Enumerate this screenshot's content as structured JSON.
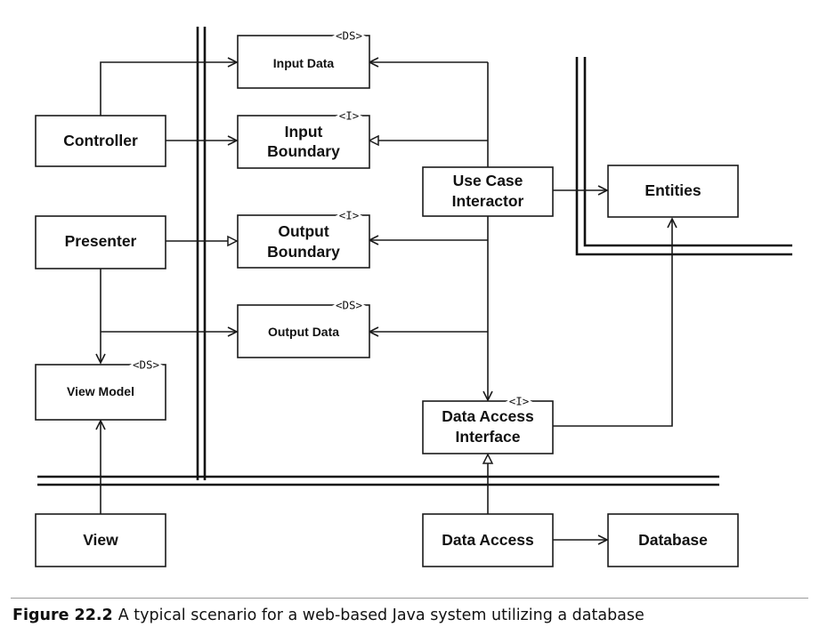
{
  "diagram": {
    "nodes": {
      "input_data": {
        "label": "Input Data",
        "stereotype": "<DS>"
      },
      "input_boundary": {
        "label_line1": "Input",
        "label_line2": "Boundary",
        "stereotype": "<I>"
      },
      "output_boundary": {
        "label_line1": "Output",
        "label_line2": "Boundary",
        "stereotype": "<I>"
      },
      "output_data": {
        "label": "Output Data",
        "stereotype": "<DS>"
      },
      "controller": {
        "label": "Controller"
      },
      "presenter": {
        "label": "Presenter"
      },
      "view_model": {
        "label": "View Model",
        "stereotype": "<DS>"
      },
      "view": {
        "label": "View"
      },
      "use_case_interactor": {
        "label_line1": "Use Case",
        "label_line2": "Interactor"
      },
      "entities": {
        "label": "Entities"
      },
      "data_access_interface": {
        "label_line1": "Data Access",
        "label_line2": "Interface",
        "stereotype": "<I>"
      },
      "data_access": {
        "label": "Data Access"
      },
      "database": {
        "label": "Database"
      }
    },
    "connections": [
      {
        "from": "Controller",
        "to": "Input Data",
        "arrow": "open"
      },
      {
        "from": "Controller",
        "to": "Input Boundary",
        "arrow": "open"
      },
      {
        "from": "Use Case Interactor",
        "to": "Input Data",
        "arrow": "open"
      },
      {
        "from": "Use Case Interactor",
        "to": "Input Boundary",
        "arrow": "hollow-triangle"
      },
      {
        "from": "Use Case Interactor",
        "to": "Output Boundary",
        "arrow": "open"
      },
      {
        "from": "Use Case Interactor",
        "to": "Output Data",
        "arrow": "open"
      },
      {
        "from": "Use Case Interactor",
        "to": "Data Access Interface",
        "arrow": "open"
      },
      {
        "from": "Use Case Interactor",
        "to": "Entities",
        "arrow": "open"
      },
      {
        "from": "Presenter",
        "to": "Output Boundary",
        "arrow": "hollow-triangle"
      },
      {
        "from": "Presenter",
        "to": "Output Data",
        "arrow": "open"
      },
      {
        "from": "Presenter",
        "to": "View Model",
        "arrow": "open"
      },
      {
        "from": "View",
        "to": "View Model",
        "arrow": "open"
      },
      {
        "from": "Data Access Interface",
        "to": "Entities",
        "arrow": "open"
      },
      {
        "from": "Data Access",
        "to": "Data Access Interface",
        "arrow": "hollow-triangle"
      },
      {
        "from": "Data Access",
        "to": "Database",
        "arrow": "open"
      }
    ]
  },
  "caption": {
    "figure_number": "Figure 22.2",
    "text": "A typical scenario for a web-based Java system utilizing a database"
  }
}
